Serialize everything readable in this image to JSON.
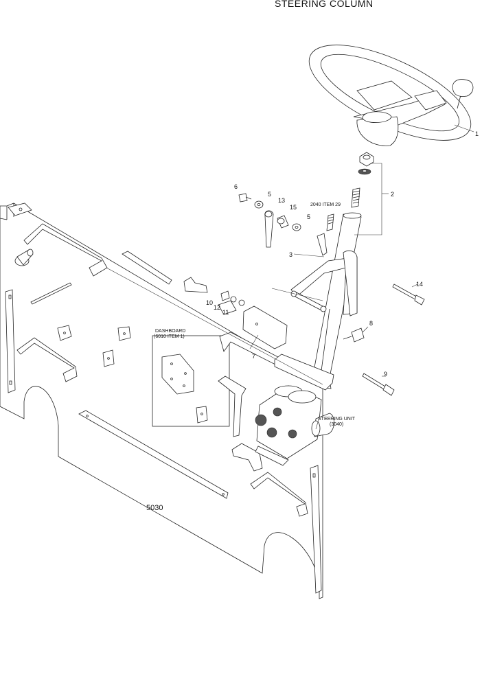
{
  "title": "STEERING COLUMN",
  "callouts": {
    "c1": "1",
    "c2": "2",
    "c3": "3",
    "c5a": "5",
    "c5b": "5",
    "c6": "6",
    "c7": "7",
    "c8": "8",
    "c9": "9",
    "c10": "10",
    "c11": "11",
    "c12": "12",
    "c13": "13",
    "c14": "14",
    "c15": "15"
  },
  "references": {
    "item_2040": "2040 ITEM 29",
    "dashboard_l1": "DASHBOARD",
    "dashboard_l2": "(6010 ITEM 1)",
    "steering_unit_l1": "STEERING UNIT",
    "steering_unit_l2": "(3040)",
    "panel": "5030"
  }
}
